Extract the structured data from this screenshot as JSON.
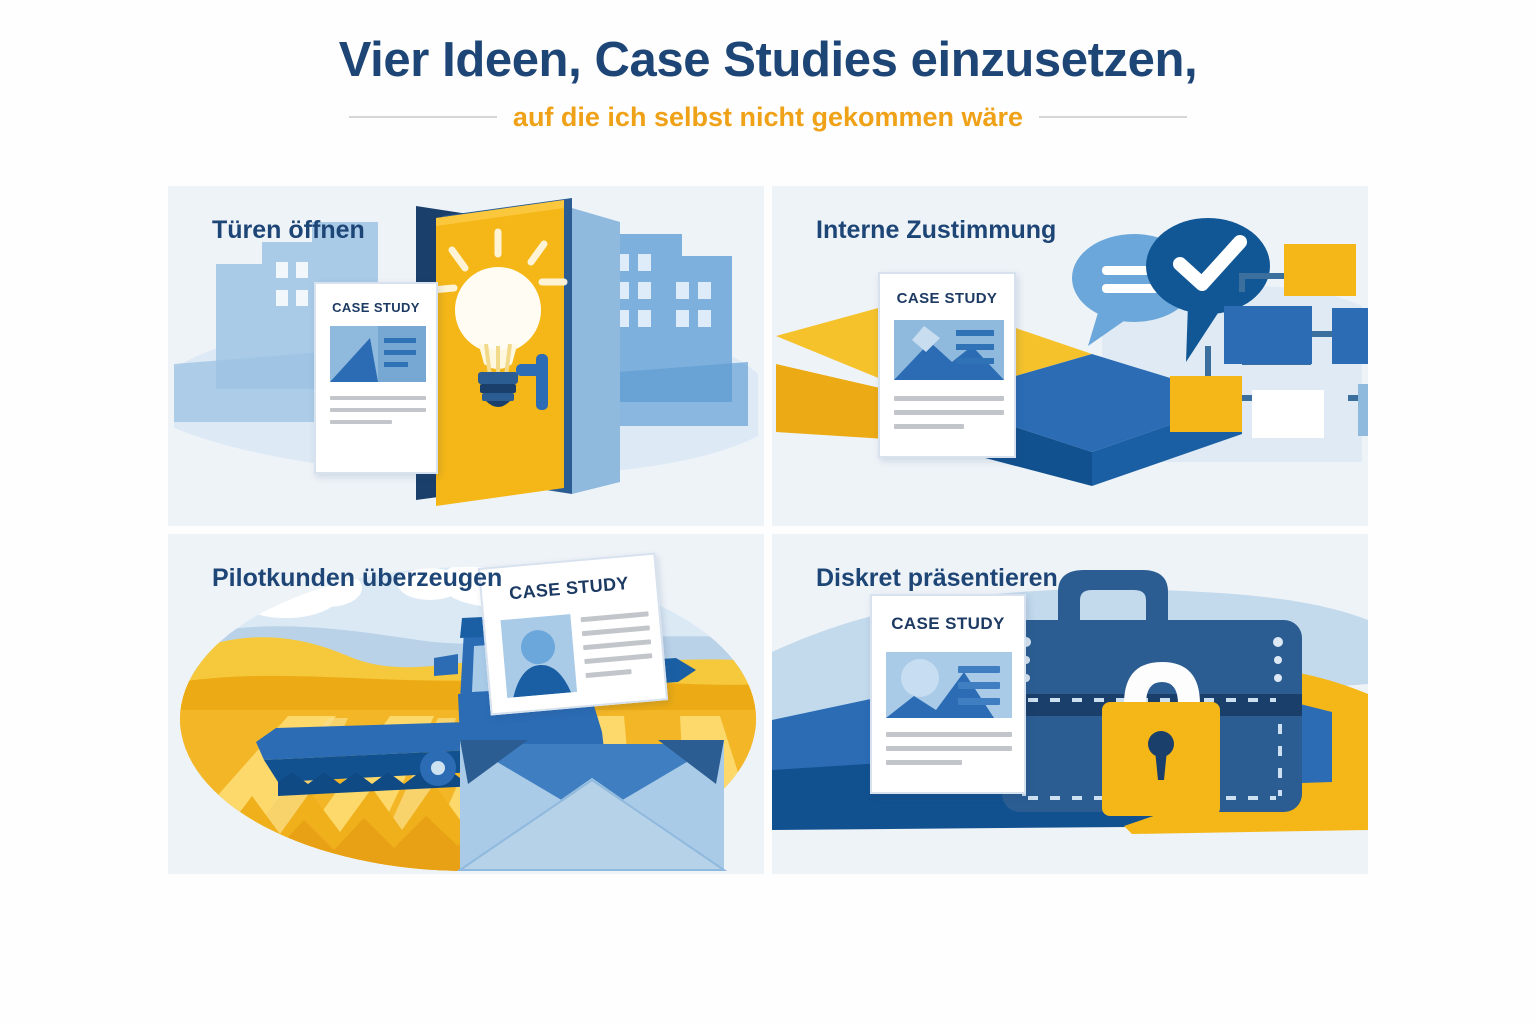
{
  "header": {
    "title": "Vier Ideen, Case Studies einzusetzen,",
    "subtitle": "auf die ich selbst nicht gekommen wäre",
    "title_color": "#1d4576",
    "subtitle_color": "#efa218"
  },
  "doc_label": "CASE STUDY",
  "palette": {
    "dark_blue": "#1d4576",
    "navy": "#1b3f6b",
    "mid_blue": "#2b6cb5",
    "steel_blue": "#3f7fc1",
    "light_blue": "#8fb9dd",
    "pale_blue": "#c3d9ec",
    "yellow": "#f5b718",
    "gold": "#ecab14",
    "panel_bg": "#eef3f8",
    "page_bg": "#fefefe",
    "rule_gray": "#d6d6d6"
  },
  "panels": [
    {
      "id": "tueren-oeffnen",
      "title": "Türen öffnen",
      "scene": "open-door-lightbulb-city",
      "elements": [
        "city-skyline",
        "case-study-document",
        "open-door",
        "lightbulb",
        "door-handle"
      ]
    },
    {
      "id": "interne-zustimmung",
      "title": "Interne Zustimmung",
      "scene": "speech-bubbles-org-chart",
      "elements": [
        "case-study-document",
        "speech-bubble-lines",
        "speech-bubble-check",
        "org-chart"
      ]
    },
    {
      "id": "pilotkunden-ueberzeugen",
      "title": "Pilotkunden überzeugen",
      "scene": "harvester-field-envelope",
      "elements": [
        "clouds",
        "wheat-field",
        "combine-harvester",
        "envelope",
        "case-study-document-portrait"
      ]
    },
    {
      "id": "diskret-praesentieren",
      "title": "Diskret präsentieren",
      "scene": "briefcase-padlock",
      "elements": [
        "case-study-document",
        "briefcase",
        "padlock"
      ]
    }
  ]
}
